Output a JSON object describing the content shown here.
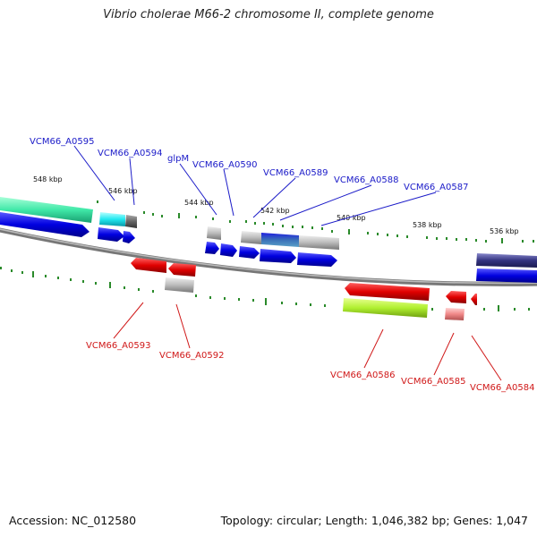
{
  "title": "Vibrio cholerae M66-2 chromosome II, complete genome",
  "footer": {
    "accession": "Accession: NC_012580",
    "summary": "Topology: circular; Length: 1,046,382 bp; Genes: 1,047"
  },
  "scale_labels": [
    "548 kbp",
    "546 kbp",
    "544 kbp",
    "542 kbp",
    "540 kbp",
    "538 kbp",
    "536 kbp"
  ],
  "gene_labels_top": [
    "VCM66_A0595",
    "VCM66_A0594",
    "glpM",
    "VCM66_A0590",
    "VCM66_A0589",
    "VCM66_A0588",
    "VCM66_A0587"
  ],
  "gene_labels_bottom": [
    "VCM66_A0593",
    "VCM66_A0592",
    "VCM66_A0586",
    "VCM66_A0585",
    "VCM66_A0584"
  ],
  "colors": {
    "forward_label": "#1a1ac8",
    "reverse_label": "#d01818",
    "cds_blue": "#0a0ad8",
    "cds_red": "#e00000",
    "tick_green": "#2a8a2a"
  }
}
